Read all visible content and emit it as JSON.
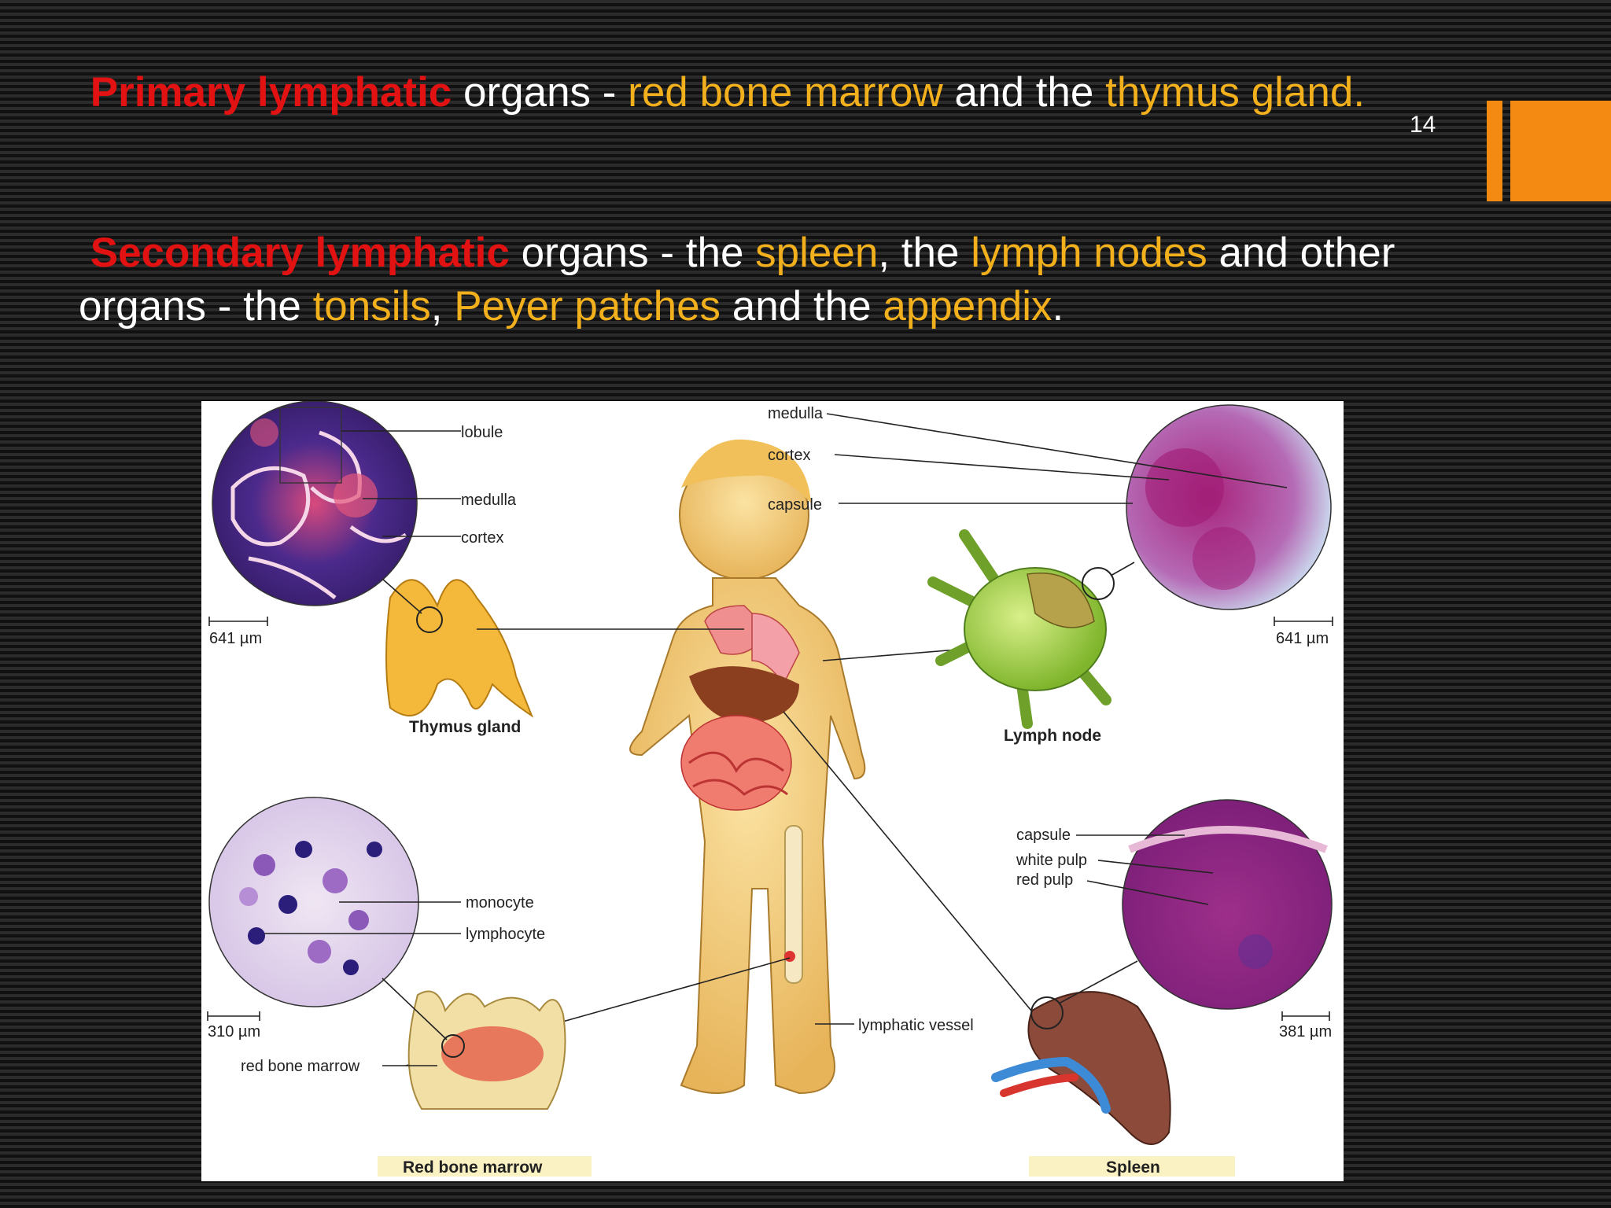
{
  "slide": {
    "number": "14",
    "accent_color": "#f58a12",
    "highlight_red": "#e21212",
    "highlight_gold": "#f2b01c"
  },
  "paragraph1": {
    "term": "Primary lymphatic",
    "t1": " organs - ",
    "h1": "red bone marrow",
    "t2": " and the ",
    "h2": "thymus gland."
  },
  "paragraph2": {
    "term": "Secondary lymphatic",
    "t1": " organs - the ",
    "h1": "spleen",
    "t2": ", the ",
    "h2": "lymph nodes",
    "t3": " and other organs - the ",
    "h3": "tonsils",
    "t4": ", ",
    "h4": "Peyer patches",
    "t5": " and the ",
    "h5": "appendix",
    "t6": "."
  },
  "figure": {
    "thymus": {
      "lobule": "lobule",
      "medulla": "medulla",
      "cortex": "cortex",
      "scale": "641 µm",
      "caption": "Thymus gland"
    },
    "lymph_node": {
      "medulla": "medulla",
      "cortex": "cortex",
      "capsule": "capsule",
      "scale": "641 µm",
      "caption": "Lymph node"
    },
    "bone_marrow": {
      "monocyte": "monocyte",
      "lymphocyte": "lymphocyte",
      "scale": "310 µm",
      "label": "red bone marrow",
      "caption": "Red bone marrow"
    },
    "spleen": {
      "capsule": "capsule",
      "white_pulp": "white pulp",
      "red_pulp": "red pulp",
      "scale": "381 µm",
      "caption": "Spleen"
    },
    "lymphatic_vessel": "lymphatic vessel"
  }
}
